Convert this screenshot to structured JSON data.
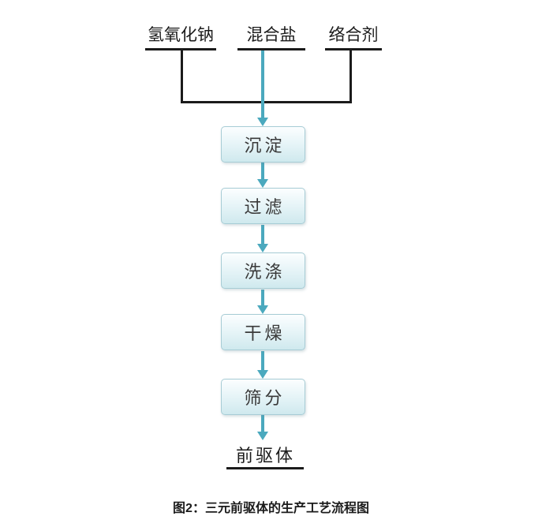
{
  "diagram": {
    "inputs": [
      {
        "label": "氢氧化钠"
      },
      {
        "label": "混合盐"
      },
      {
        "label": "络合剂"
      }
    ],
    "steps": [
      {
        "label": "沉淀"
      },
      {
        "label": "过滤"
      },
      {
        "label": "洗涤"
      },
      {
        "label": "干燥"
      },
      {
        "label": "筛分"
      }
    ],
    "output_label": "前驱体",
    "caption": "图2：三元前驱体的生产工艺流程图",
    "colors": {
      "arrow": "#4ba9be",
      "box_border": "#a7ccd5",
      "box_fill_top": "#fcfeff",
      "box_fill_mid": "#e8f5f8",
      "box_fill_bottom": "#cfe9ee",
      "line": "#1b1b1b",
      "text": "#3a3a3a",
      "label_text": "#1b1b1b"
    }
  }
}
